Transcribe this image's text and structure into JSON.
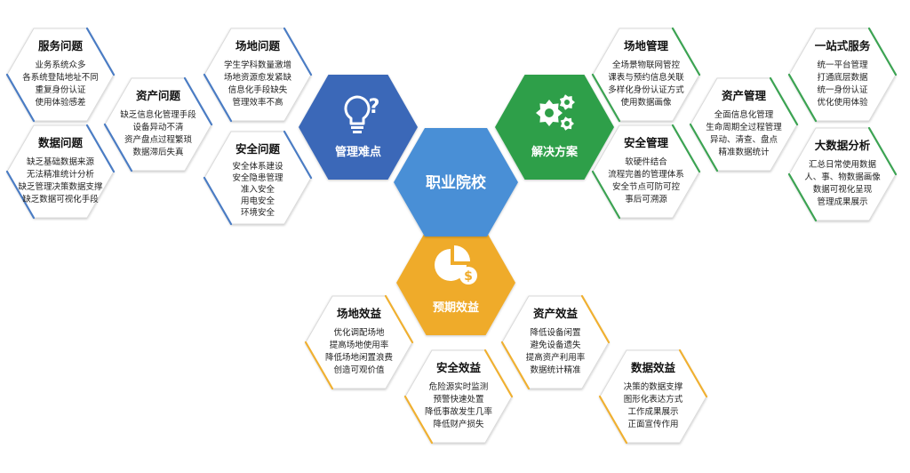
{
  "center": {
    "label": "职业院校",
    "color": "#4a8fd6"
  },
  "hubs": {
    "difficulties": {
      "label": "管理难点",
      "color": "#3a68b8",
      "icon": "lightbulb-question-icon"
    },
    "solutions": {
      "label": "解决方案",
      "color": "#2f9f48",
      "icon": "gears-icon"
    },
    "benefits": {
      "label": "预期效益",
      "color": "#efab2b",
      "icon": "pie-chart-dollar-icon"
    }
  },
  "accent_colors": {
    "blue": "#4a7cc4",
    "green": "#3ba352",
    "orange": "#f0b030"
  },
  "cards": {
    "service_issues": {
      "title": "服务问题",
      "lines": [
        "业务系统众多",
        "各系统登陆地址不同",
        "重复身份认证",
        "使用体验感差"
      ]
    },
    "data_issues": {
      "title": "数据问题",
      "lines": [
        "缺乏基础数据来源",
        "无法精准统计分析",
        "缺乏管理决策数据支撑",
        "缺乏数据可视化手段"
      ]
    },
    "asset_issues": {
      "title": "资产问题",
      "lines": [
        "缺乏信息化管理手段",
        "设备异动不清",
        "资产盘点过程繁琐",
        "数据滞后失真"
      ]
    },
    "venue_issues": {
      "title": "场地问题",
      "lines": [
        "学生学科数量激增",
        "场地资源愈发紧缺",
        "信息化手段缺失",
        "管理效率不高"
      ]
    },
    "safety_issues": {
      "title": "安全问题",
      "lines": [
        "安全体系建设",
        "安全隐患管理",
        "准入安全",
        "用电安全",
        "环境安全"
      ]
    },
    "venue_mgmt": {
      "title": "场地管理",
      "lines": [
        "全场景物联网管控",
        "课表与预约信息关联",
        "多样化身份认证方式",
        "使用数据画像"
      ]
    },
    "safety_mgmt": {
      "title": "安全管理",
      "lines": [
        "软硬件结合",
        "流程完善的管理体系",
        "安全节点可防可控",
        "事后可溯源"
      ]
    },
    "asset_mgmt": {
      "title": "资产管理",
      "lines": [
        "全面信息化管理",
        "生命周期全过程管理",
        "异动、清查、盘点",
        "精准数据统计"
      ]
    },
    "one_stop": {
      "title": "一站式服务",
      "lines": [
        "统一平台管理",
        "打通底层数据",
        "统一身份认证",
        "优化使用体验"
      ]
    },
    "big_data": {
      "title": "大数据分析",
      "lines": [
        "汇总日常使用数据",
        "人、事、物数据画像",
        "数据可视化呈现",
        "管理成果展示"
      ]
    },
    "venue_benefit": {
      "title": "场地效益",
      "lines": [
        "优化调配场地",
        "提高场地使用率",
        "降低场地闲置浪费",
        "创造可观价值"
      ]
    },
    "safety_benefit": {
      "title": "安全效益",
      "lines": [
        "危险源实时监测",
        "预警快速处置",
        "降低事故发生几率",
        "降低财产损失"
      ]
    },
    "asset_benefit": {
      "title": "资产效益",
      "lines": [
        "降低设备闲置",
        "避免设备遗失",
        "提高资产利用率",
        "数据统计精准"
      ]
    },
    "data_benefit": {
      "title": "数据效益",
      "lines": [
        "决策的数据支撑",
        "图形化表达方式",
        "工作成果展示",
        "正面宣传作用"
      ]
    }
  }
}
